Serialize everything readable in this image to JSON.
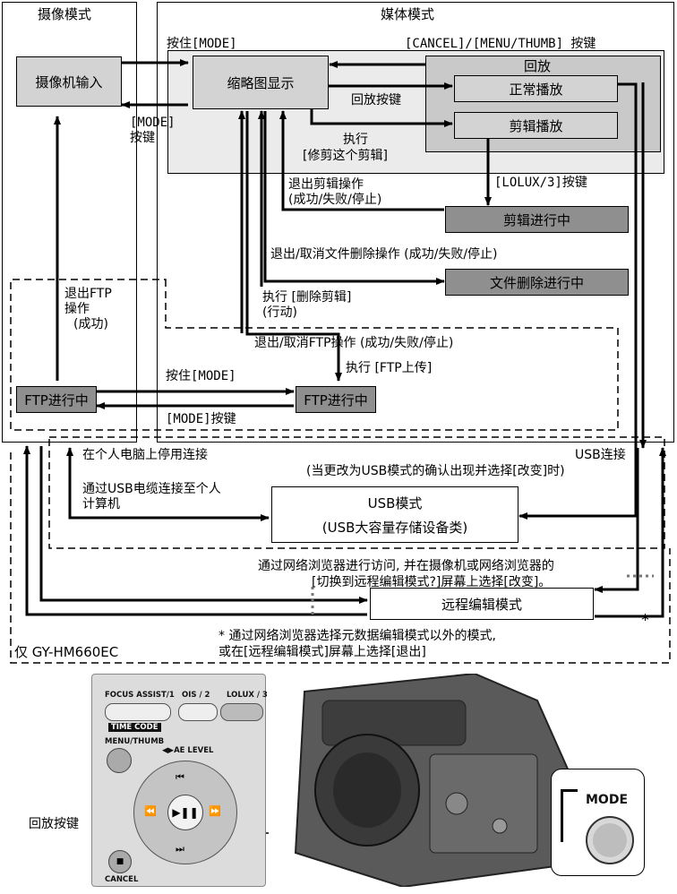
{
  "modes": {
    "camera_mode": "摄像模式",
    "media_mode": "媒体模式"
  },
  "boxes": {
    "camera_input": "摄像机输入",
    "thumbnail_display": "缩略图显示",
    "playback": "回放",
    "normal_play": "正常播放",
    "clip_play": "剪辑播放",
    "clip_in_progress": "剪辑进行中",
    "file_delete_in_progress": "文件删除进行中",
    "ftp_in_progress_left": "FTP进行中",
    "ftp_in_progress_right": "FTP进行中",
    "usb_mode_line1": "USB模式",
    "usb_mode_line2": "(USB大容量存储设备类)",
    "remote_edit_mode": "远程编辑模式"
  },
  "labels": {
    "hold_mode": "按住[MODE]",
    "cancel_menu_thumb": "[CANCEL]/[MENU/THUMB] 按键",
    "mode_key_line1": "[MODE]",
    "mode_key_line2": "按键",
    "playback_key": "回放按键",
    "execute": "执行",
    "trim_clip": "[修剪这个剪辑]",
    "lolux_key": "[LOLUX/3]按键",
    "exit_edit_line1": "退出剪辑操作",
    "exit_edit_line2": "(成功/失败/停止)",
    "exit_delete": "退出/取消文件删除操作 (成功/失败/停止)",
    "execute_delete_line1": "执行 [删除剪辑]",
    "execute_delete_line2": "(行动)",
    "exit_ftp_op_line1": "退出FTP",
    "exit_ftp_op_line2": "操作",
    "exit_ftp_op_line3": "(成功)",
    "exit_ftp_cancel": "退出/取消FTP操作 (成功/失败/停止)",
    "execute_ftp_upload": "执行 [FTP上传]",
    "hold_mode_2": "按住[MODE]",
    "mode_key_2": "[MODE]按键",
    "pc_disconnect": "在个人电脑上停用连接",
    "usb_connect": "USB连接",
    "usb_connect_note": "(当更改为USB模式的确认出现并选择[改变]时)",
    "usb_cable_line1": "通过USB电缆连接至个人",
    "usb_cable_line2": "计算机",
    "browser_note_line1": "通过网络浏览器进行访问, 并在摄像机或网络浏览器的",
    "browser_note_line2": "[切换到远程编辑模式?]屏幕上选择[改变]。",
    "star": "*",
    "star_note_line1": "* 通过网络浏览器选择元数据编辑模式以外的模式,",
    "star_note_line2": "或在[远程编辑模式]屏幕上选择[退出]",
    "only_model": "仅 GY-HM660EC",
    "playback_key_callout": "回放按键"
  },
  "camera_panel": {
    "focus_assist": "FOCUS ASSIST/1",
    "ois": "OIS / 2",
    "lolux": "LOLUX / 3",
    "time_code": "TIME CODE",
    "menu_thumb": "MENU/THUMB",
    "ae_level": "◀▶AE LEVEL",
    "cancel": "CANCEL",
    "mode": "MODE"
  },
  "colors": {
    "box_light": "#d3d3d3",
    "box_dark": "#8f8f8f",
    "panel_bg": "#ebebeb"
  }
}
